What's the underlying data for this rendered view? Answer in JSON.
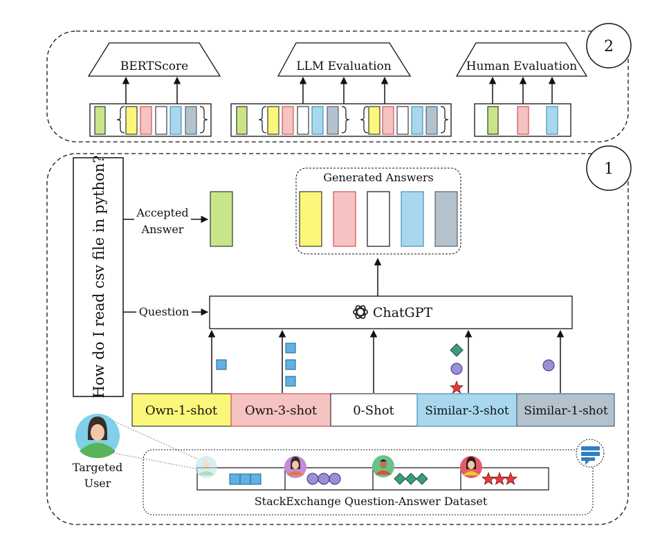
{
  "colors": {
    "green": "#c9e58a",
    "yellow": "#fbf77b",
    "pink": "#f4c3c2",
    "white": "#ffffff",
    "blue": "#a9d8ee",
    "gray": "#b4c2ce",
    "teal": "#3c9d7e",
    "purple": "#9b8fd8",
    "red": "#e23b3b",
    "square_blue": "#5fb2e3"
  },
  "badges": {
    "stage2": "2",
    "stage1": "1"
  },
  "evaluation": {
    "bertscore": "BERTScore",
    "llm": "LLM Evaluation",
    "human": "Human Evaluation"
  },
  "question_text": "How do I read csv file in python?",
  "accepted_answer": [
    "Accepted",
    "Answer"
  ],
  "question_label": "Question",
  "generated_answers_title": "Generated Answers",
  "chatgpt_label": "ChatGPT",
  "prompt_settings": [
    "Own-1-shot",
    "Own-3-shot",
    "0-Shot",
    "Similar-3-shot",
    "Similar-1-shot"
  ],
  "targeted_user": [
    "Targeted",
    "User"
  ],
  "dataset_label": "StackExchange Question-Answer Dataset"
}
